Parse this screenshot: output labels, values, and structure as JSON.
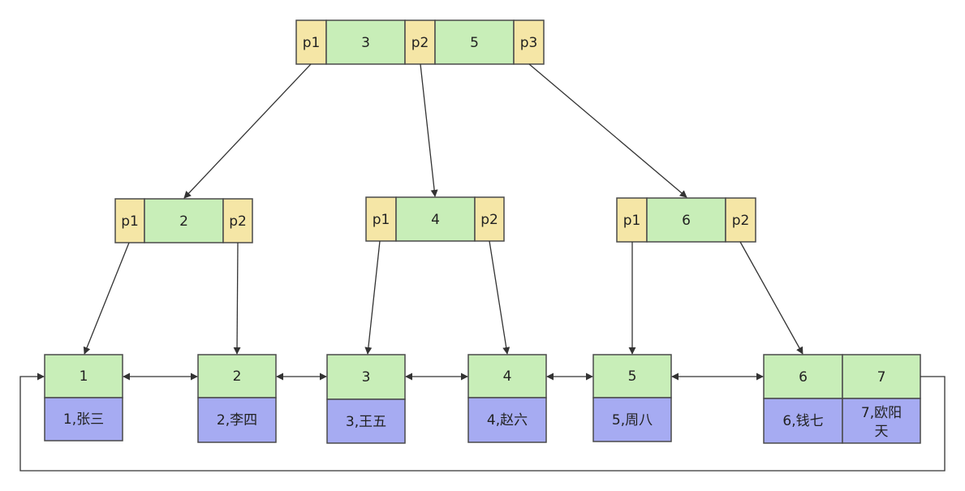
{
  "colors": {
    "pointer": "#f5e6a6",
    "key": "#c8eeb8",
    "data": "#a6abf2",
    "border": "#4a4a4a",
    "line": "#333333"
  },
  "root": {
    "p1": "p1",
    "k1": "3",
    "p2": "p2",
    "k2": "5",
    "p3": "p3"
  },
  "internal": [
    {
      "p1": "p1",
      "key": "2",
      "p2": "p2"
    },
    {
      "p1": "p1",
      "key": "4",
      "p2": "p2"
    },
    {
      "p1": "p1",
      "key": "6",
      "p2": "p2"
    }
  ],
  "leaves": [
    {
      "key": "1",
      "data": "1,张三"
    },
    {
      "key": "2",
      "data": "2,李四"
    },
    {
      "key": "3",
      "data": "3,王五"
    },
    {
      "key": "4",
      "data": "4,赵六"
    },
    {
      "key": "5",
      "data": "5,周八"
    },
    {
      "key": "6",
      "data": "6,钱七"
    },
    {
      "key": "7",
      "data": "7,欧阳",
      "data2": "天"
    }
  ]
}
